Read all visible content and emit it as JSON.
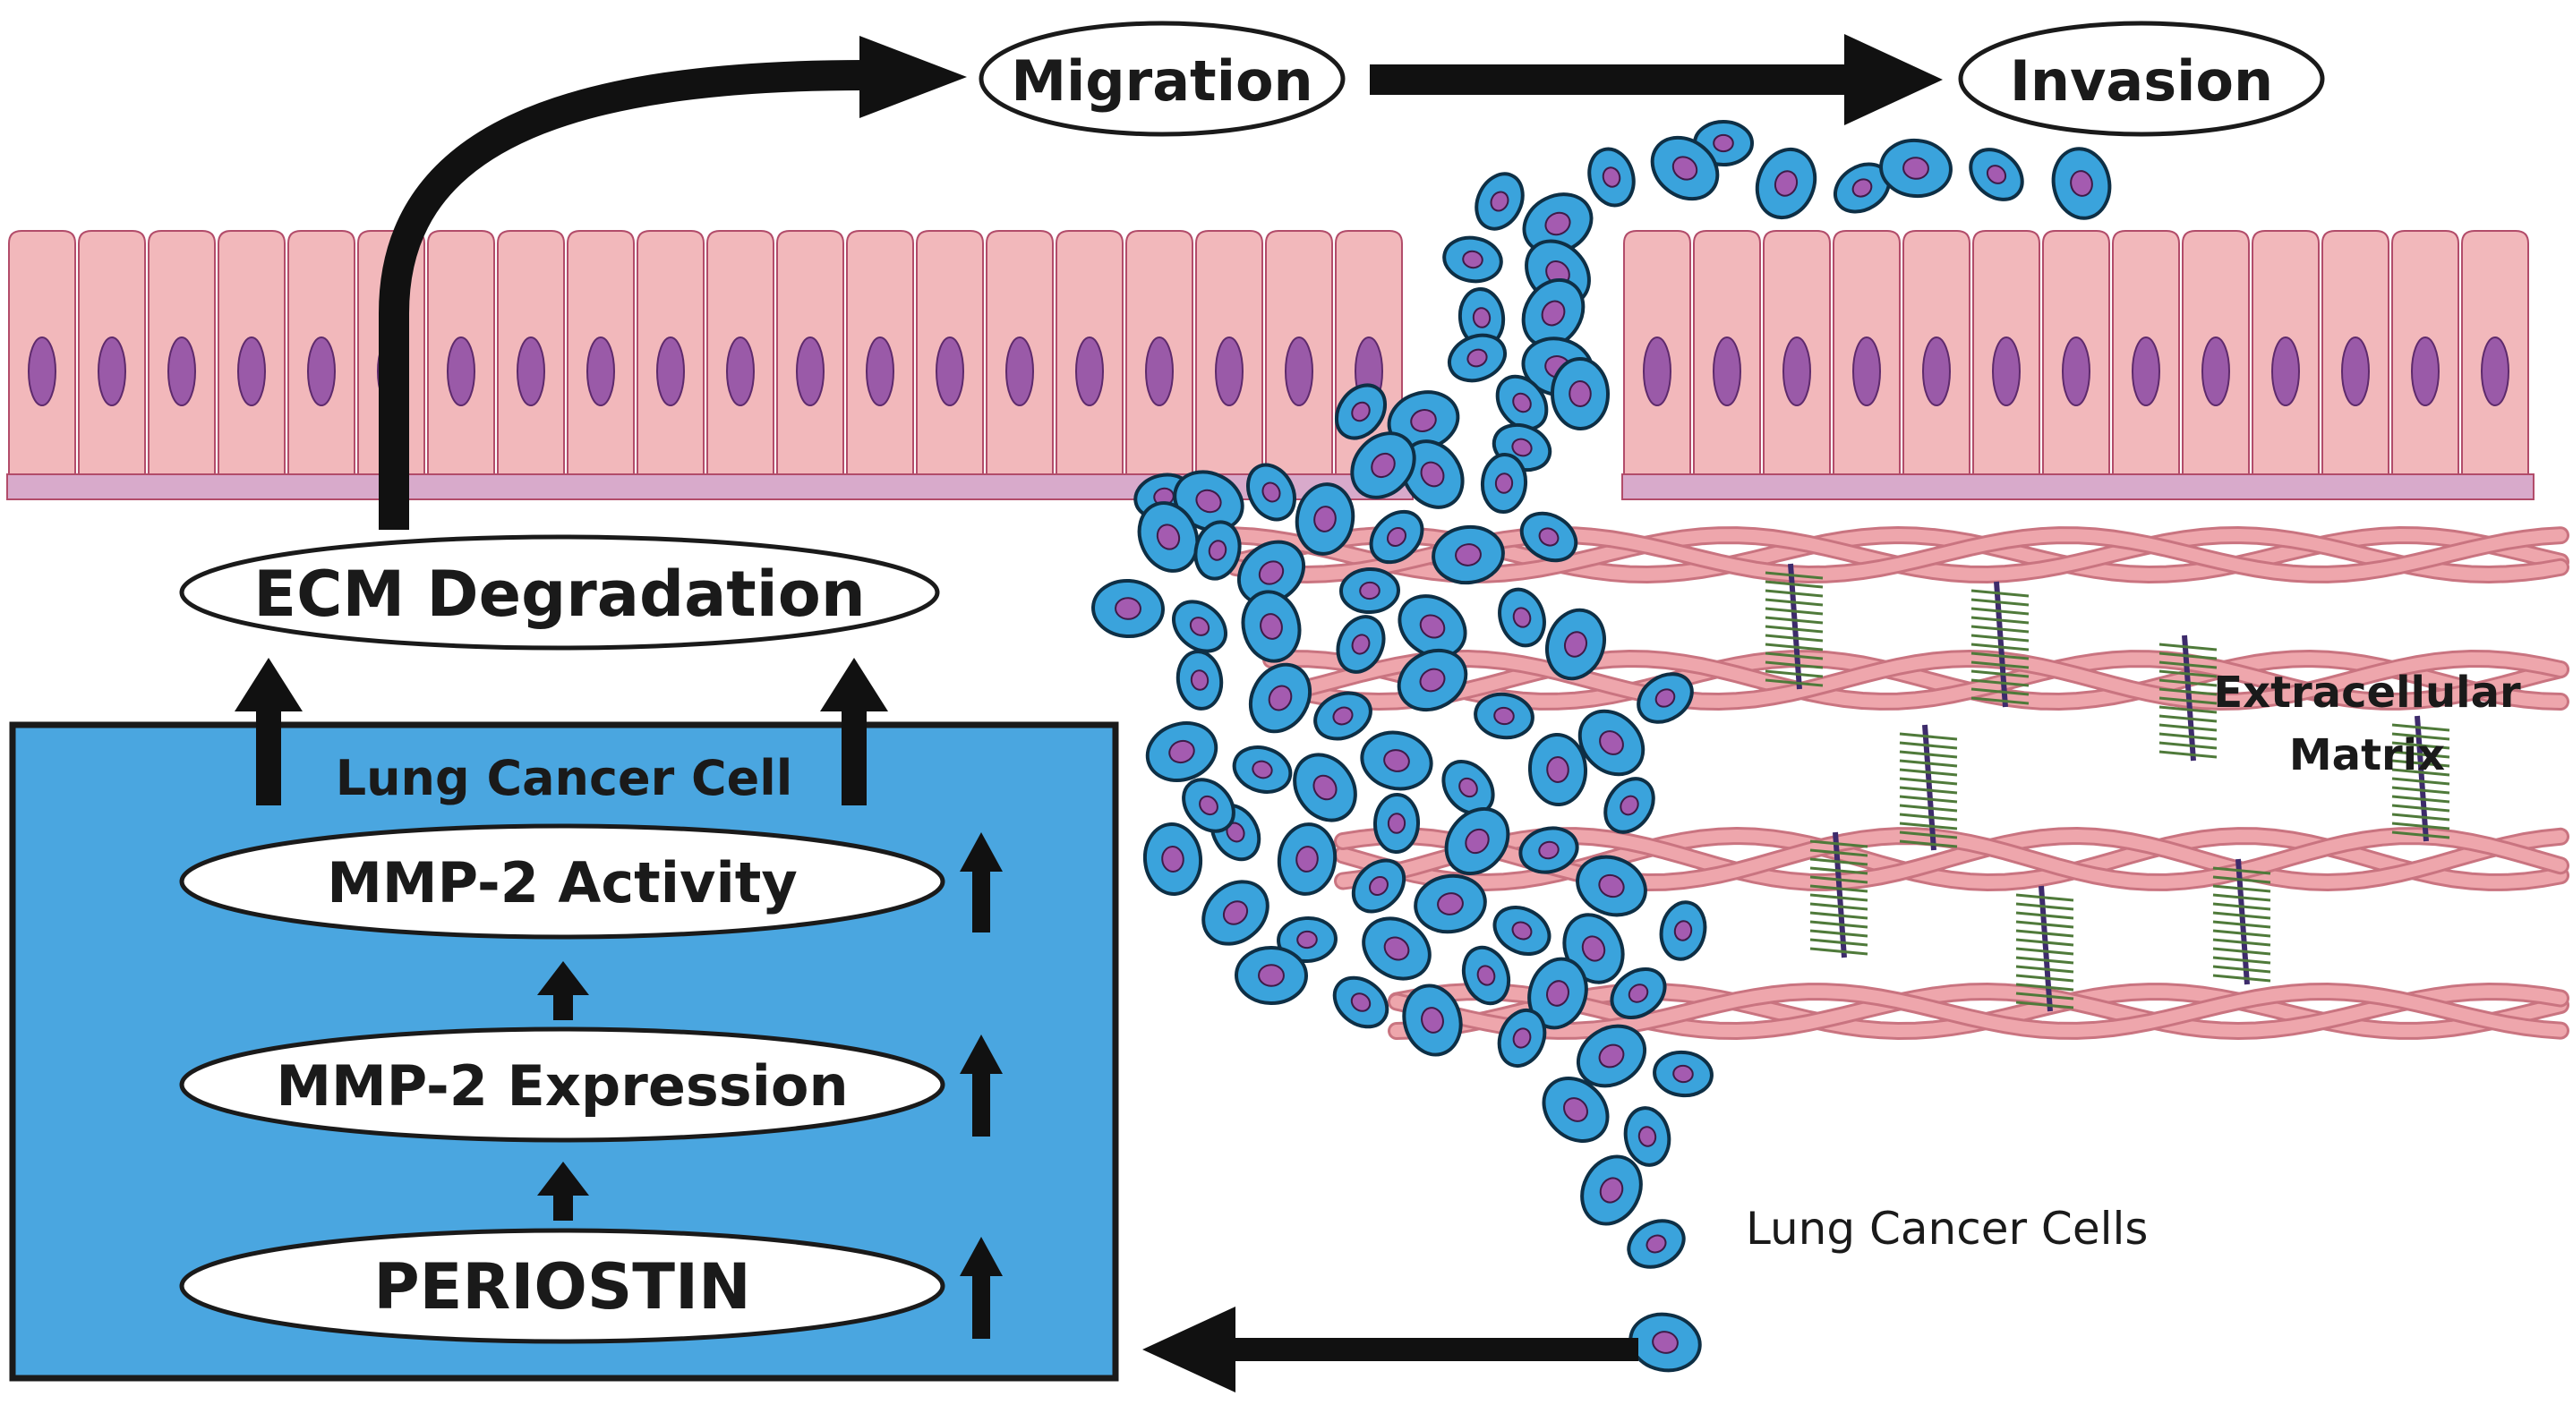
{
  "labels": {
    "migration": "Migration",
    "invasion": "Invasion",
    "ecm_degradation": "ECM Degradation",
    "lung_cancer_cell": "Lung Cancer Cell",
    "mmp2_activity": "MMP-2 Activity",
    "mmp2_expression": "MMP-2 Expression",
    "periostin": "PERIOSTIN",
    "extracellular": "Extracellular",
    "matrix": "Matrix",
    "lung_cancer_cells": "Lung Cancer Cells"
  },
  "colors": {
    "epithelium": "#f2b8bb",
    "epithelium_border": "#b24c6a",
    "nucleus": "#9a5aa8",
    "basement_membrane": "#d8aacb",
    "cancer_cell": "#3aa3dc",
    "cancer_nucleus": "#a45bb0",
    "box_fill": "#4aa6e0",
    "fiber": "#eea6ac",
    "fiber_dark": "#c97480",
    "proteoglycan": "#4f7a3a",
    "arrow": "#111111"
  }
}
